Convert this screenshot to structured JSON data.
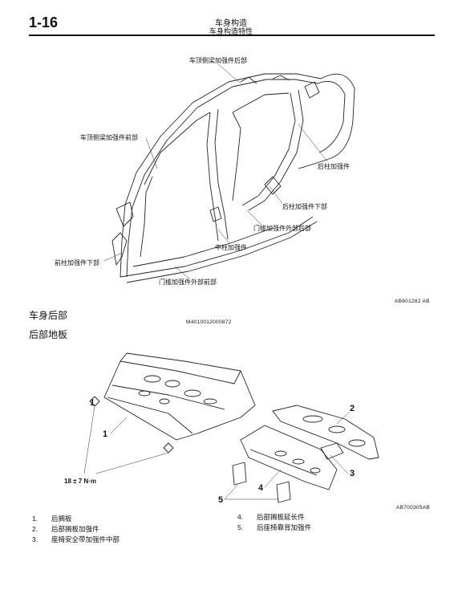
{
  "header": {
    "page_number": "1-16",
    "title": "车身构造",
    "subtitle": "车身构造特性"
  },
  "figure1": {
    "callouts": {
      "roof_rail_rear": "车顶侧梁加强件后部",
      "roof_rail_front": "车顶侧梁加强件前部",
      "rear_pillar": "后柱加强件",
      "rear_pillar_lower": "后柱加强件下部",
      "sill_outer_rear": "门槛加强件外部后部",
      "center_pillar": "中柱加强件",
      "front_pillar_lower": "前柱加强件下部",
      "sill_outer_front": "门槛加强件外部前部"
    },
    "code": "AB601282 AB"
  },
  "section": {
    "title": "车身后部",
    "doc_code": "M4010012000872",
    "subtitle": "后部地板"
  },
  "figure2": {
    "numbers": [
      "1",
      "2",
      "3",
      "4",
      "5",
      "1"
    ],
    "torque": "18 ± 7 N·m",
    "code": "AB700305AB"
  },
  "legend": {
    "left": [
      {
        "n": "1.",
        "text": "后搁板"
      },
      {
        "n": "2.",
        "text": "后部搁板加强件"
      },
      {
        "n": "3.",
        "text": "座椅安全带加强件中部"
      }
    ],
    "right": [
      {
        "n": "4.",
        "text": "后部搁板延长件"
      },
      {
        "n": "5.",
        "text": "后座椅靠背加强件"
      }
    ]
  }
}
